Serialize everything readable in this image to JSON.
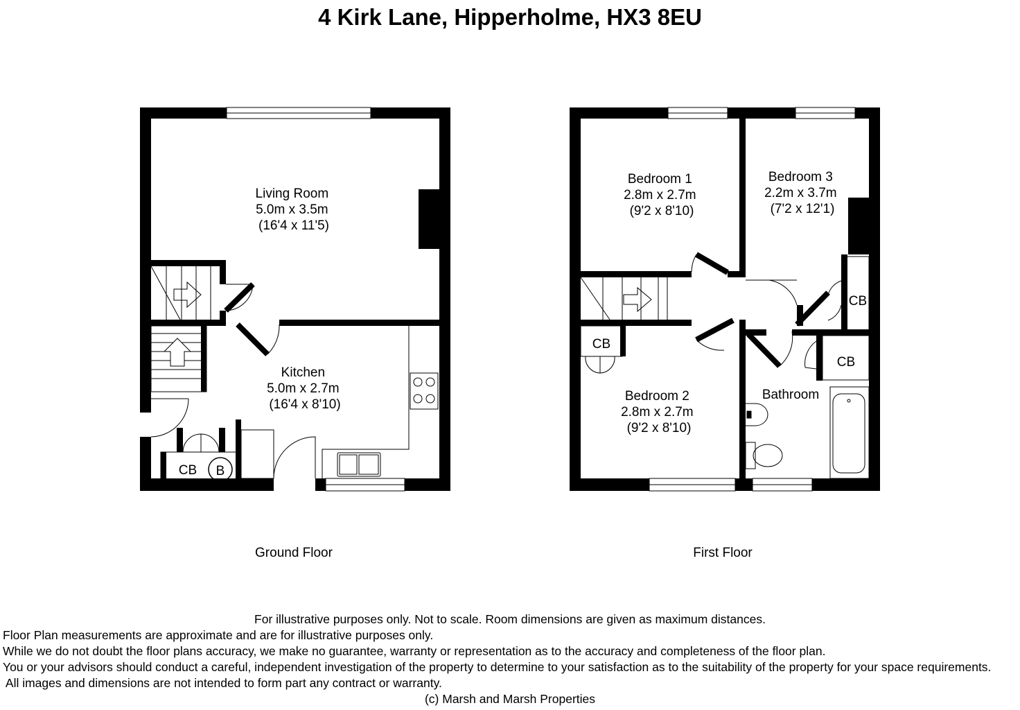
{
  "title": "4 Kirk Lane, Hipperholme, HX3 8EU",
  "ground_floor": {
    "label": "Ground Floor",
    "rooms": {
      "living": [
        "Living Room",
        "5.0m x 3.5m",
        "(16'4 x 11'5)"
      ],
      "kitchen": [
        "Kitchen",
        "5.0m x 2.7m",
        "(16'4 x 8'10)"
      ]
    },
    "cupboard": "CB",
    "boiler": "B"
  },
  "first_floor": {
    "label": "First Floor",
    "rooms": {
      "bedroom1": [
        "Bedroom 1",
        "2.8m x 2.7m",
        "(9'2 x 8'10)"
      ],
      "bedroom3": [
        "Bedroom 3",
        "2.2m x 3.7m",
        "(7'2 x 12'1)"
      ],
      "bedroom2": [
        "Bedroom 2",
        "2.8m x 2.7m",
        "(9'2 x 8'10)"
      ],
      "bathroom": [
        "Bathroom"
      ]
    },
    "cupboards": [
      "CB",
      "CB",
      "CB"
    ]
  },
  "disclaimer": [
    "For illustrative purposes only.  Not to scale.  Room dimensions are given as maximum distances.",
    "Floor Plan measurements are approximate and are for illustrative purposes only.",
    "While we do not doubt the floor plans accuracy, we make no guarantee, warranty or representation as to the accuracy and completeness of the floor plan.",
    "You or your advisors should conduct a careful, independent investigation of the property to determine to your satisfaction as to the suitability of the property for your space requirements.",
    " All images and dimensions are not intended to form part any contract or warranty.",
    "(c) Marsh and Marsh Properties"
  ],
  "colors": {
    "wall": "#000000",
    "background": "#ffffff",
    "fixture": "#555555"
  }
}
